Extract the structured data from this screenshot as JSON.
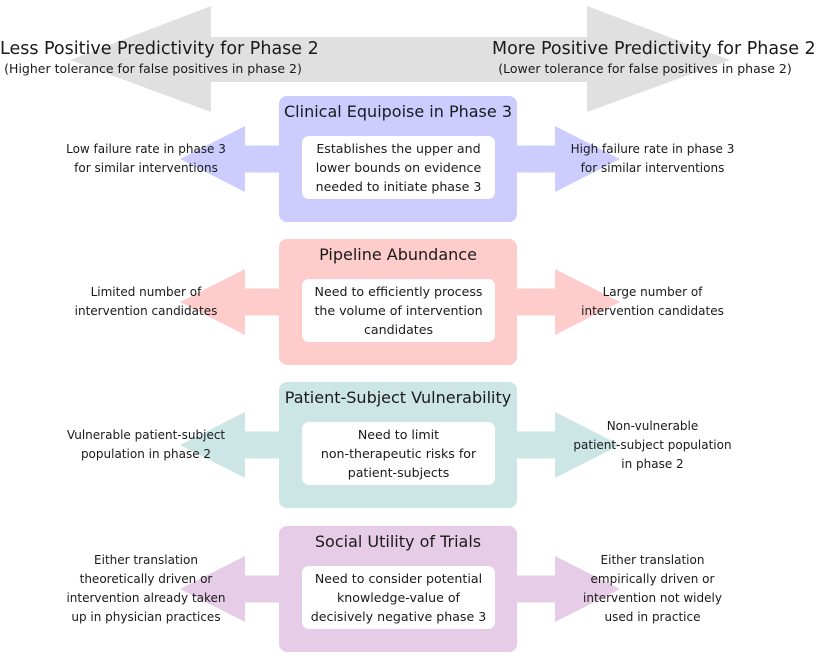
{
  "colors": {
    "axis_arrow": "#e0e0e0",
    "text": "#1a1a1a",
    "inner_box": "#ffffff"
  },
  "axis": {
    "left": {
      "title": "Less Positive Predictivity for Phase 2",
      "subtitle": "(Higher tolerance for false positives in phase 2)"
    },
    "right": {
      "title": "More Positive Predictivity for Phase 2",
      "subtitle": "(Lower tolerance for false positives in phase 2)"
    }
  },
  "factors": [
    {
      "title": "Clinical Equipoise in Phase 3",
      "description": "Establishes the upper and\nlower bounds on evidence\nneeded to initiate phase 3",
      "left": "Low failure rate in phase 3\nfor similar interventions",
      "right": "High failure rate in phase 3\nfor similar interventions",
      "color": "#ccccff"
    },
    {
      "title": "Pipeline Abundance",
      "description": "Need to efficiently process\nthe volume of intervention\ncandidates",
      "left": "Limited number of\nintervention candidates",
      "right": "Large number of\nintervention candidates",
      "color": "#ffcccc"
    },
    {
      "title": "Patient-Subject Vulnerability",
      "description": "Need to limit\nnon-therapeutic risks for\npatient-subjects",
      "left": "Vulnerable patient-subject\npopulation in phase 2",
      "right": "Non-vulnerable\npatient-subject population\nin phase 2",
      "color": "#cce6e6"
    },
    {
      "title": "Social Utility of Trials",
      "description": "Need to consider potential\nknowledge-value of\ndecisively negative phase 3",
      "left": "Either translation\ntheoretically driven or\nintervention already taken\nup in physician practices",
      "right": "Either translation\nempirically driven or\nintervention not widely\nused in practice",
      "color": "#e6cce6"
    }
  ]
}
